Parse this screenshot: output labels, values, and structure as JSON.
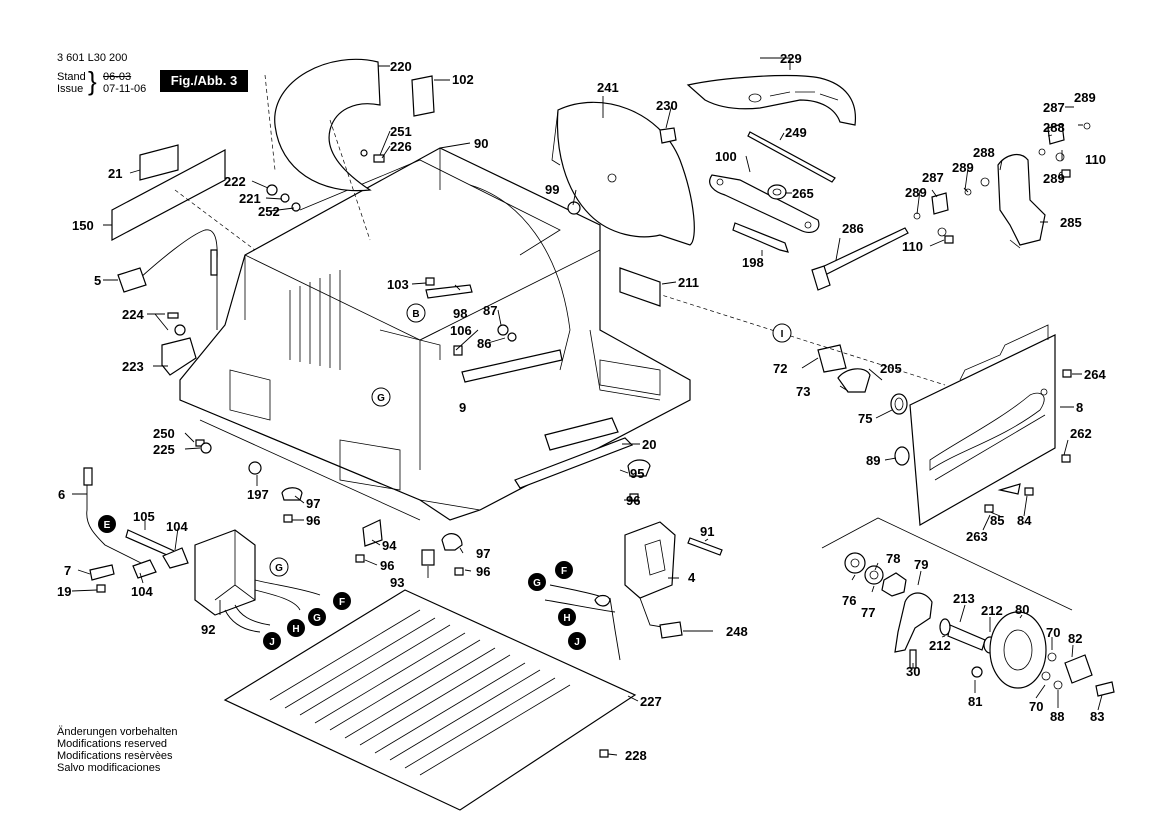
{
  "header": {
    "part_number": "3 601 L30 200",
    "stand_label": "Stand",
    "issue_label": "Issue",
    "brace": "}",
    "stand_date": "06-03",
    "issue_date": "07-11-06",
    "figure_label": "Fig./Abb. 3"
  },
  "footer": {
    "lines": [
      "Änderungen vorbehalten",
      "Modifications reserved",
      "Modifications resèrvèes",
      "Salvo modificaciones"
    ]
  },
  "callouts": {
    "c220": "220",
    "c102": "102",
    "c229": "229",
    "c241": "241",
    "c230": "230",
    "c249": "249",
    "c287a": "287",
    "c289a": "289",
    "c288a": "288",
    "c110a": "110",
    "c289b": "289",
    "c251": "251",
    "c226": "226",
    "c90": "90",
    "c100": "100",
    "c265": "265",
    "c288b": "288",
    "c289c": "289",
    "c287b": "287",
    "c289d": "289",
    "c285": "285",
    "c21": "21",
    "c222": "222",
    "c221": "221",
    "c252": "252",
    "c99": "99",
    "c286": "286",
    "c110b": "110",
    "c150": "150",
    "c198": "198",
    "c5": "5",
    "c103": "103",
    "c211": "211",
    "c98": "98",
    "c87": "87",
    "c224": "224",
    "c106": "106",
    "c86": "86",
    "c72": "72",
    "c205": "205",
    "c223": "223",
    "c264": "264",
    "c73": "73",
    "c9": "9",
    "c8": "8",
    "c75": "75",
    "c250": "250",
    "c262": "262",
    "c225": "225",
    "c20": "20",
    "c89": "89",
    "c95": "95",
    "c6": "6",
    "c197": "197",
    "c97a": "97",
    "c96a": "96",
    "c96b": "96",
    "c85": "85",
    "c84": "84",
    "c105": "105",
    "c263": "263",
    "c104a": "104",
    "c91": "91",
    "c94": "94",
    "c97b": "97",
    "c96c": "96",
    "c96d": "96",
    "c4": "4",
    "c7": "7",
    "c93": "93",
    "c78": "78",
    "c79": "79",
    "c19": "19",
    "c104b": "104",
    "c76": "76",
    "c77": "77",
    "c213": "213",
    "c212a": "212",
    "c80": "80",
    "c248": "248",
    "c92": "92",
    "c212b": "212",
    "c70a": "70",
    "c82": "82",
    "c30": "30",
    "c227": "227",
    "c81": "81",
    "c70b": "70",
    "c88": "88",
    "c83": "83",
    "c228": "228"
  },
  "markers": {
    "B": "B",
    "G_top": "G",
    "I": "I",
    "E": "E",
    "G_box": "G",
    "F_box": "F",
    "G_sw": "G",
    "H_box": "H",
    "J_box": "J",
    "F_sw": "F",
    "G_sw2": "G",
    "H_sw": "H",
    "J_sw": "J"
  }
}
